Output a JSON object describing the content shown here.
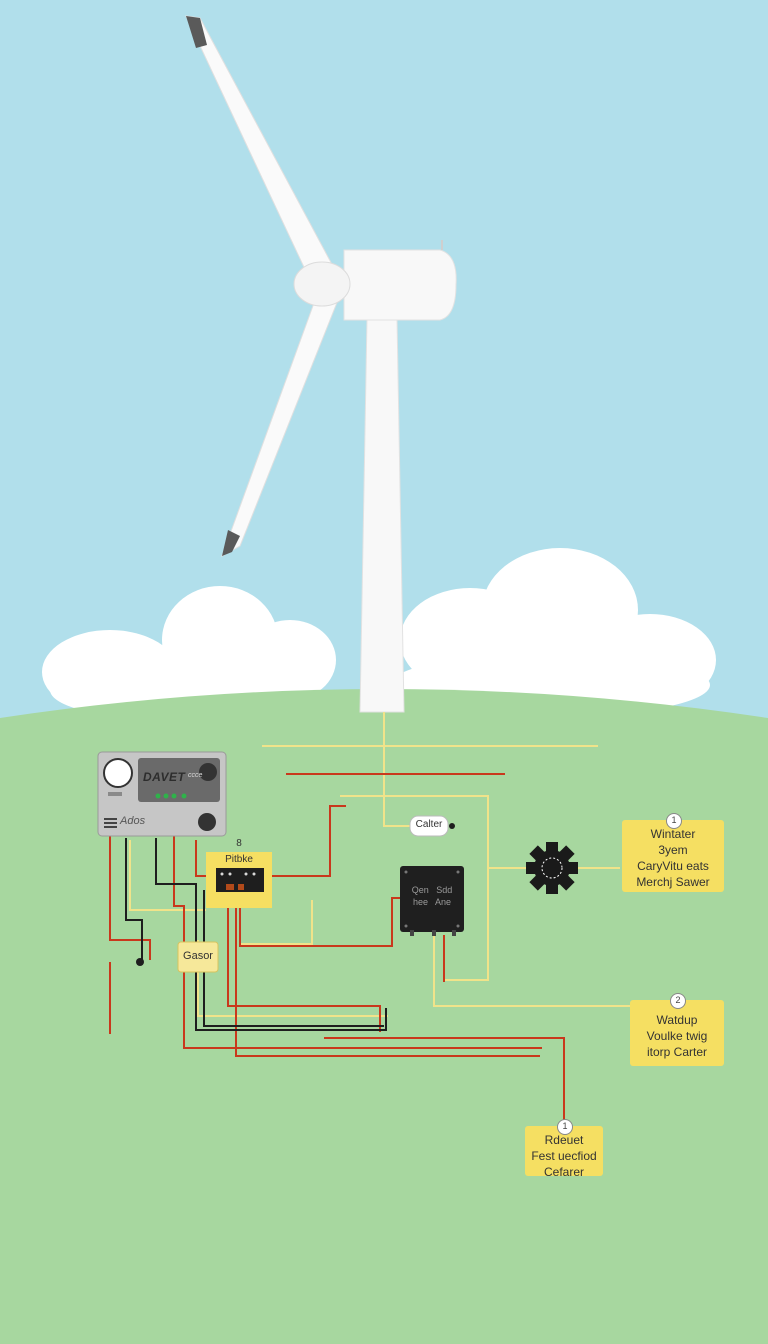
{
  "colors": {
    "sky": "#b1dfeb",
    "ground": "#a7d79f",
    "cloud": "#ffffff",
    "turbine": "#f8f8f8",
    "blade_tip": "#5a5a5a",
    "note_fill": "#f5df62",
    "wire_red": "#c9381c",
    "wire_yellow": "#f0e38a",
    "wire_black": "#1e1e1e",
    "controller_body": "#c6c6c6",
    "controller_panel": "#6a6a6a",
    "led": "#2fb24a"
  },
  "controller": {
    "brand": "DAVET",
    "brand_small": "ccce",
    "bottom_label": "Ados"
  },
  "components": {
    "relay_label": "Pitbke",
    "relay_num": "8",
    "small_box_label": "Gasor",
    "inverter_line1": "Qen",
    "inverter_line2": "Sdd",
    "inverter_line3": "hee",
    "inverter_line4": "Ane",
    "caller_label": "Calter",
    "fan_icon": "gear-fan-icon"
  },
  "notes": [
    {
      "num": "1",
      "lines": [
        "Wintater",
        "3yem",
        "CaryVitu eats",
        "Merchj Sawer"
      ]
    },
    {
      "num": "2",
      "lines": [
        "Watdup",
        "Voulke twig",
        "itorp Carter"
      ]
    },
    {
      "num": "1",
      "lines": [
        "Rdeuet",
        "Fest uecfiod",
        "Cefarer"
      ]
    }
  ]
}
